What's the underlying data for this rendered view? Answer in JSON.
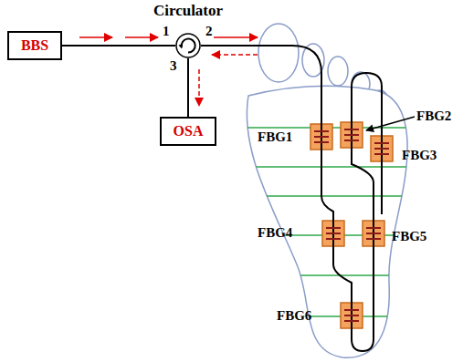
{
  "diagram": {
    "nodes": [
      {
        "text": [
          "BBS"
        ]
      },
      {
        "text": [
          "Circulator"
        ]
      },
      {
        "text": [
          "OSA"
        ]
      }
    ],
    "edges": [
      {
        "from": 0,
        "to": 1,
        "arrow": "to"
      },
      {
        "from": 1,
        "to": 2,
        "arrow": "to"
      }
    ],
    "labels": [
      "1",
      "2",
      "3",
      "FBG1",
      "FBG2",
      "FBG3",
      "FBG4",
      "FBG5",
      "FBG6"
    ]
  }
}
